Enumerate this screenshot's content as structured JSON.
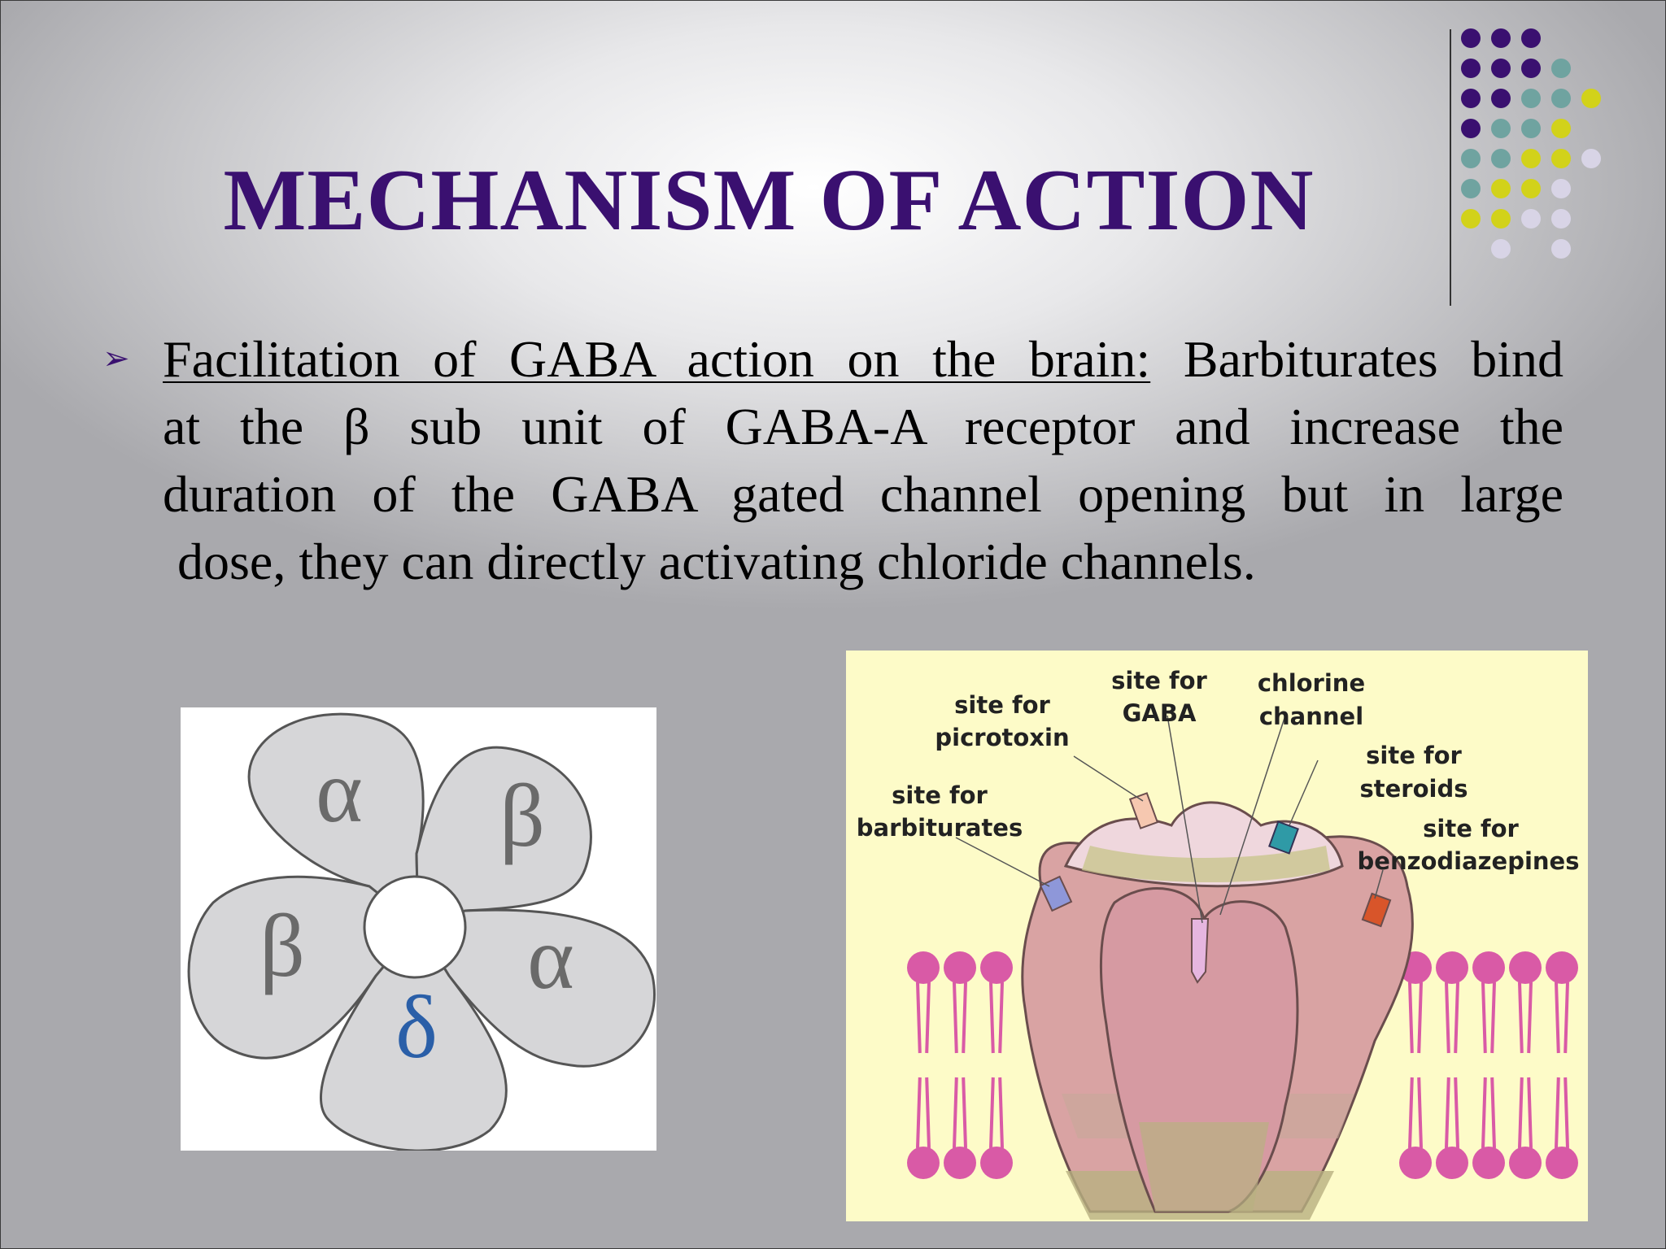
{
  "slide": {
    "title": "MECHANISM OF ACTION",
    "bullet": {
      "heading": "Facilitation of  GABA  action on the brain:",
      "line1_rest": " Barbiturates bind",
      "line2": "at the β sub unit of GABA-A receptor and increase the",
      "line3": "duration of the GABA gated channel opening but in large",
      "line4": "dose, they can directly activating chloride channels."
    }
  },
  "figure_subunits": {
    "labels": [
      "α",
      "β",
      "β",
      "α",
      "δ"
    ]
  },
  "figure_receptor": {
    "site_picrotoxin": [
      "site for",
      "picrotoxin"
    ],
    "site_gaba": [
      "site for",
      "GABA"
    ],
    "chlorine_channel": [
      "chlorine",
      "channel"
    ],
    "site_steroids": [
      "site for",
      "steroids"
    ],
    "site_barbiturates": [
      "site for",
      "barbiturates"
    ],
    "site_benzodiazepines": [
      "site for",
      "benzodiazepines"
    ]
  },
  "colors": {
    "title": "#3a1070",
    "dot_purple": "#3a1070",
    "dot_teal": "#6fa3a0",
    "dot_yellow": "#d2d21a",
    "dot_lavender": "#d8d4e6"
  }
}
